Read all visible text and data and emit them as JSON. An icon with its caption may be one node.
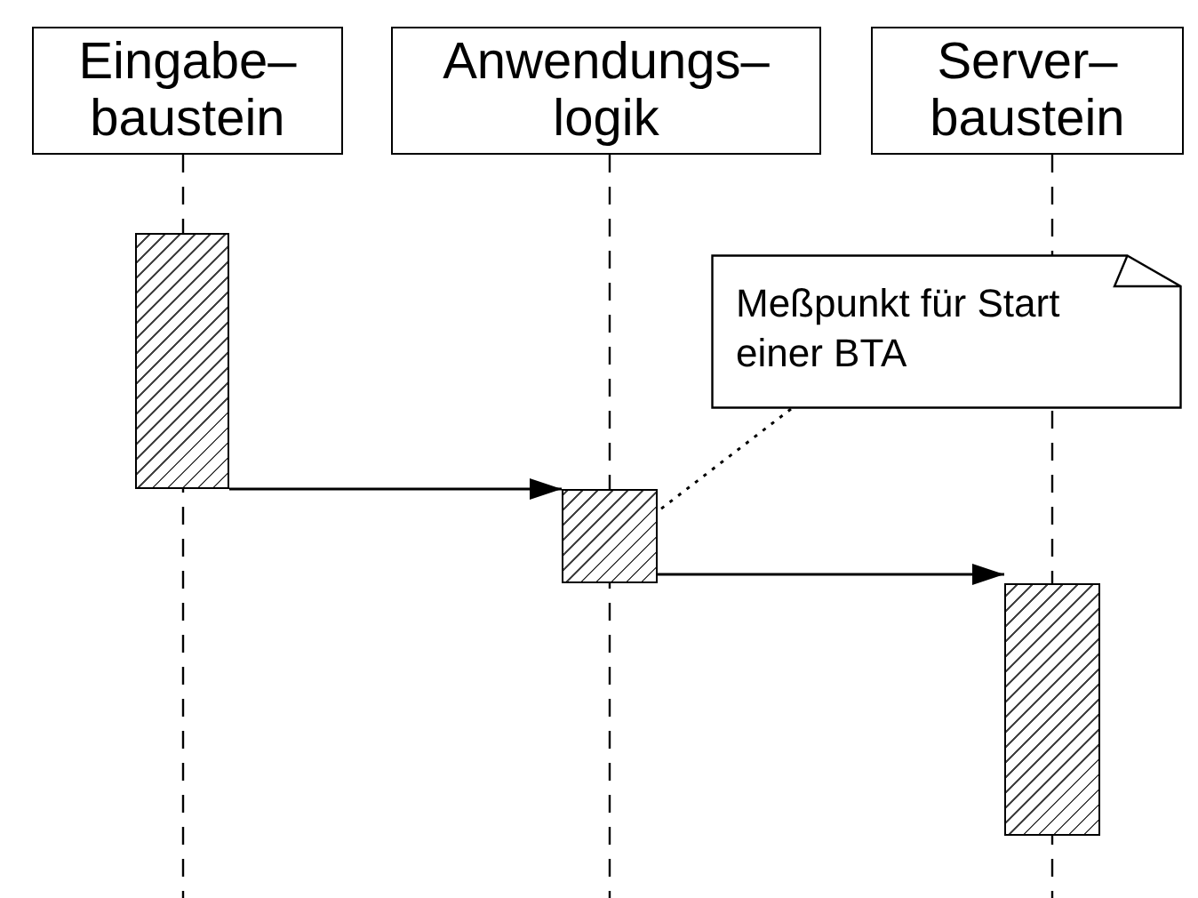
{
  "diagram": {
    "nodes": [
      {
        "text": [
          "Eingabe– baustein"
        ]
      },
      {
        "text": [
          "Anwendungs– logik"
        ]
      },
      {
        "text": [
          "Server– baustein"
        ]
      },
      {
        "text": [],
        "shape": "bar"
      },
      {
        "text": [],
        "shape": "bar"
      },
      {
        "text": [],
        "shape": "bar"
      },
      {
        "text": [
          "Meßpunkt für Start einer BTA"
        ]
      }
    ],
    "edges": [
      {
        "from": 3,
        "to": 4,
        "arrow": "to"
      },
      {
        "from": 4,
        "to": 5,
        "arrow": "to"
      },
      {
        "from": 6,
        "to": 4,
        "arrow": "none",
        "style": "dashed"
      }
    ]
  }
}
